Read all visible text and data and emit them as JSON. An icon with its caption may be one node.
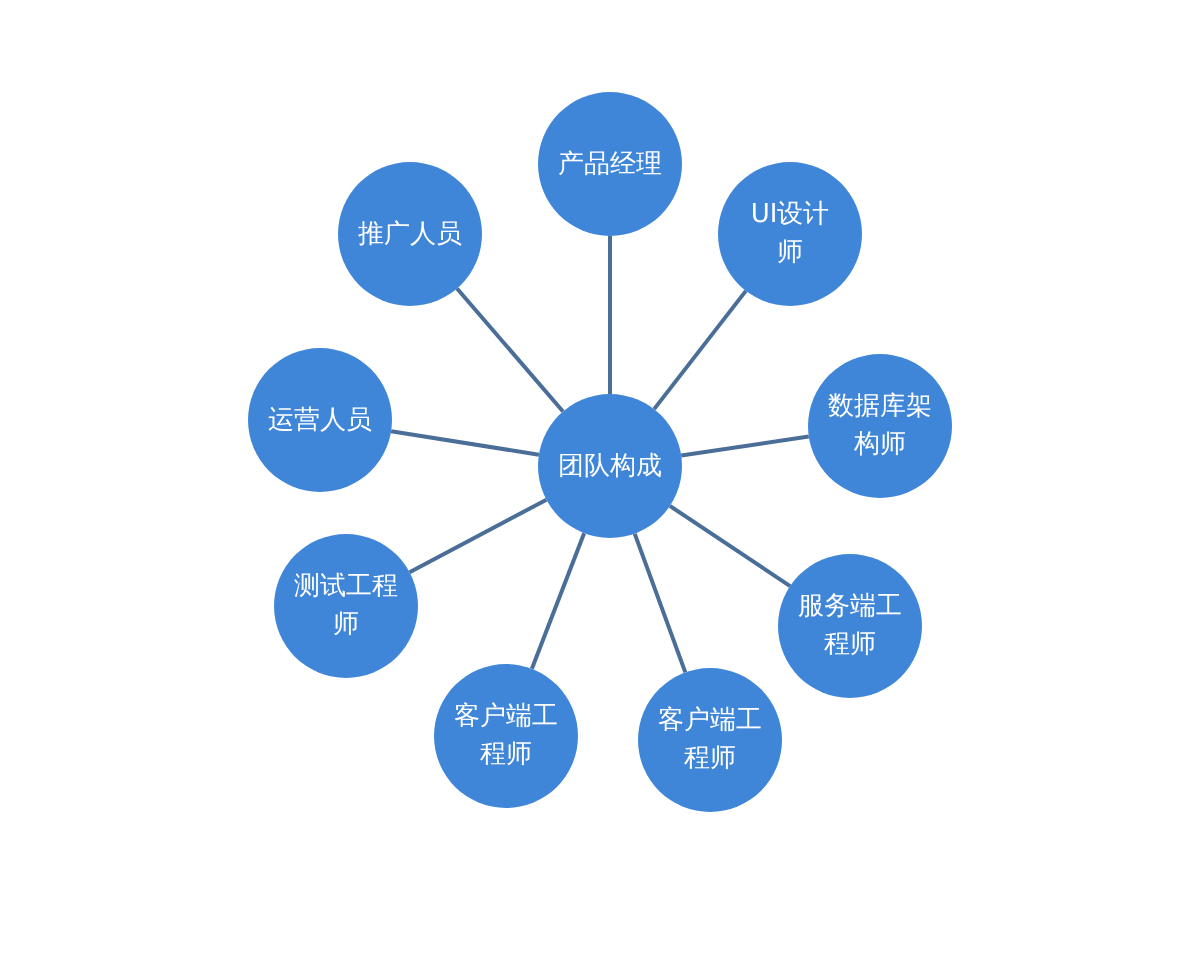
{
  "diagram": {
    "nodes": [
      {
        "text": [
          "团队构成"
        ]
      },
      {
        "text": [
          "产品经理"
        ]
      },
      {
        "text": [
          "UI设计师"
        ]
      },
      {
        "text": [
          "数据库架构师"
        ]
      },
      {
        "text": [
          "服务端工程师"
        ]
      },
      {
        "text": [
          "客户端工程师"
        ]
      },
      {
        "text": [
          "客户端工程师"
        ]
      },
      {
        "text": [
          "测试工程师"
        ]
      },
      {
        "text": [
          "运营人员"
        ]
      },
      {
        "text": [
          "推广人员"
        ]
      }
    ],
    "edges": [
      {
        "from": 0,
        "to": 1,
        "arrow": "none"
      },
      {
        "from": 0,
        "to": 2,
        "arrow": "none"
      },
      {
        "from": 0,
        "to": 3,
        "arrow": "none"
      },
      {
        "from": 0,
        "to": 4,
        "arrow": "none"
      },
      {
        "from": 0,
        "to": 5,
        "arrow": "none"
      },
      {
        "from": 0,
        "to": 6,
        "arrow": "none"
      },
      {
        "from": 0,
        "to": 7,
        "arrow": "none"
      },
      {
        "from": 0,
        "to": 8,
        "arrow": "none"
      },
      {
        "from": 0,
        "to": 9,
        "arrow": "none"
      }
    ]
  }
}
